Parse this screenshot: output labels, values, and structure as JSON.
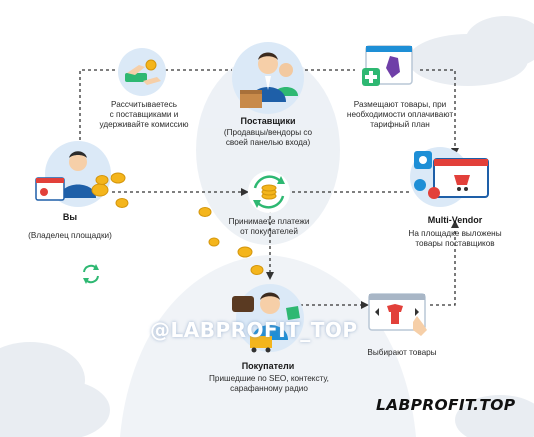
{
  "suppliers": {
    "title": "Поставщики",
    "desc": "(Продавцы/вендоры со\nсвоей панелью входа)"
  },
  "you": {
    "title": "Вы",
    "desc": "(Владелец площадки)"
  },
  "multivendor": {
    "title": "Multi-Vendor",
    "desc": "На площадке выложены\nтовары поставщиков"
  },
  "buyers": {
    "title": "Покупатели",
    "desc": "Пришедшие по SEO, контексту,\nсарафанному радио"
  },
  "steps": {
    "commission": "Рассчитываетесь\nс поставщиками и\nудерживайте комиссию",
    "listing": "Размещают товары, при\nнеобходимости оплачивают\nтарифный план",
    "payments": "Принимаете платежи\nот покупателей",
    "choose": "Выбирают товары"
  },
  "watermark": "@LABPROFIT_TOP",
  "brand": "LABPROFIT.TOP",
  "colors": {
    "accent_blue": "#1e8fd6",
    "accent_green": "#2eb872",
    "coin": "#f4b51c",
    "dash": "#333333",
    "cloud": "#e9edf2"
  }
}
